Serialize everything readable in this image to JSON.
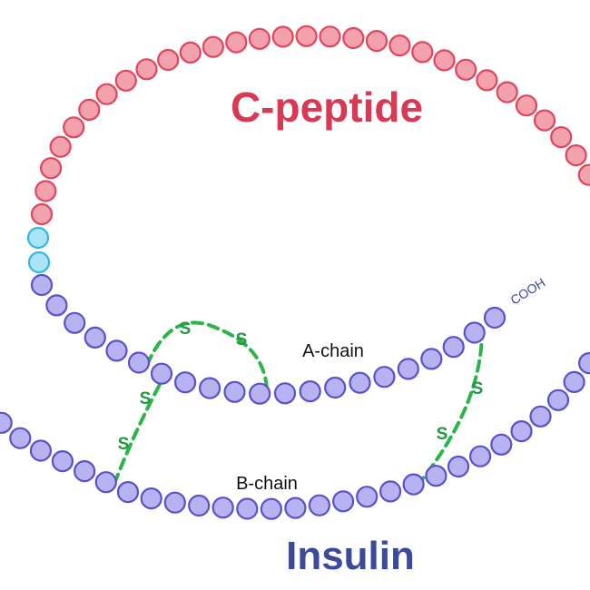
{
  "labels": {
    "c_peptide": "C-peptide",
    "insulin": "Insulin",
    "a_chain": "A-chain",
    "b_chain": "B-chain",
    "cooh": "COOH",
    "sulfur": "S"
  },
  "colors": {
    "c_peptide_fill": "#f2a1ad",
    "c_peptide_stroke": "#e0455d",
    "c_peptide_text": "#d93955",
    "link_fill": "#a9e4f7",
    "link_stroke": "#33b5e5",
    "insulin_fill": "#b7b3f2",
    "insulin_stroke": "#5a51c8",
    "insulin_text": "#3b4a9a",
    "bond": "#2bb44a",
    "sulfur_text": "#1f9a3e",
    "cooh_text": "#3b45a8",
    "label_text": "#111111"
  },
  "structure": {
    "c_peptide_residues": 31,
    "linker_residues": 2,
    "a_chain_residues": 21,
    "b_chain_residues": 30,
    "disulfide_bonds": 3
  }
}
